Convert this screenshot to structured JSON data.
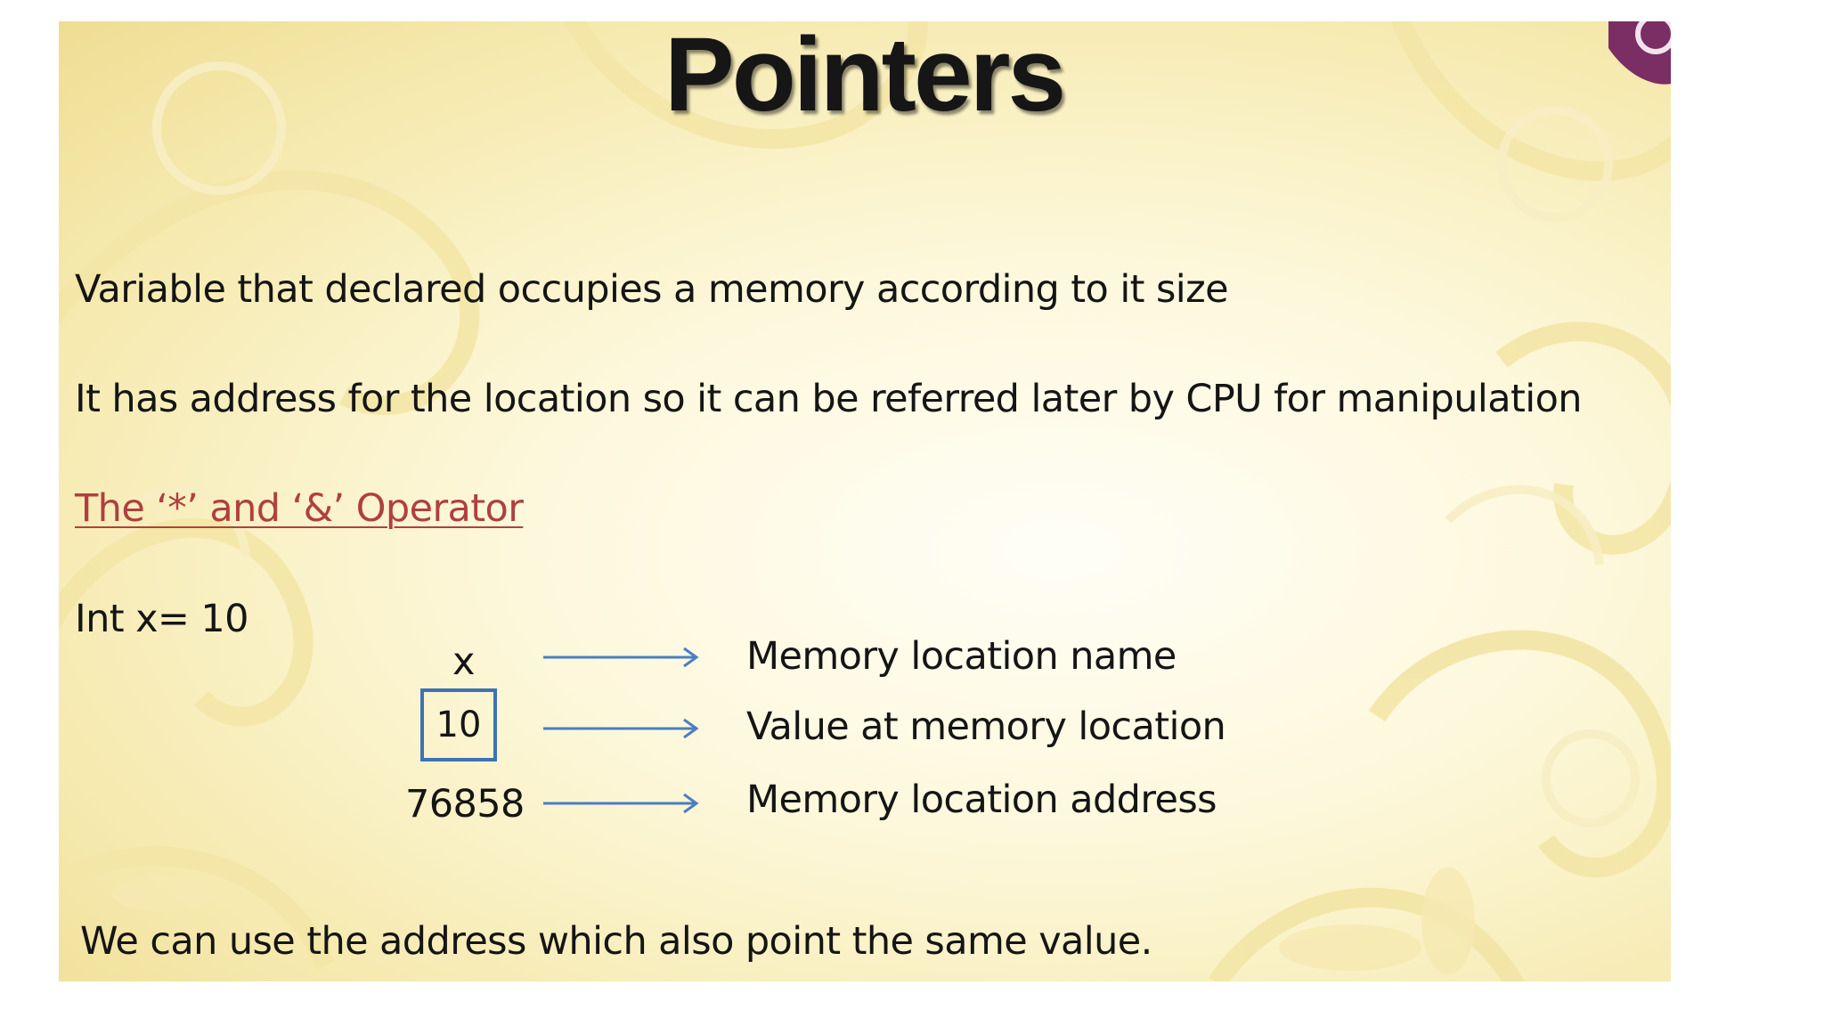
{
  "slide": {
    "title": "Pointers",
    "lines": [
      "Variable that declared occupies a memory according to it size",
      "It has address for the location so it can be referred later by CPU for manipulation"
    ],
    "subheading_link": "The ‘*’ and ‘&’ Operator",
    "declaration": "Int x= 10",
    "diagram": {
      "var_name": "x",
      "value": "10",
      "address": "76858",
      "labels": [
        "Memory location name",
        "Value at memory location",
        "Memory location address"
      ],
      "box_color": "#3c73b4",
      "arrow_color": "#4a7fc0"
    },
    "closing_line": "We can use the address which also point the same value."
  },
  "colors": {
    "background_light": "#fffef6",
    "background_swirl": "#f2e3a0",
    "link": "#b0403f",
    "corner_accent": "#7b2e63"
  }
}
